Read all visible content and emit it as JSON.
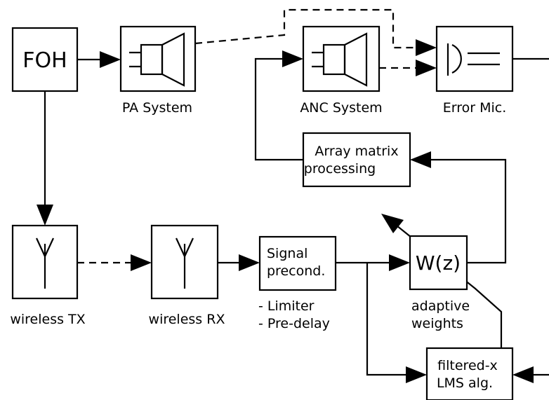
{
  "blocks": {
    "foh": "FOH",
    "pa_system": "PA System",
    "anc_system": "ANC System",
    "error_mic": "Error Mic.",
    "array_matrix_line1": "Array matrix",
    "array_matrix_line2": "processing",
    "wireless_tx": "wireless TX",
    "wireless_rx": "wireless RX",
    "signal_precond_line1": "Signal",
    "signal_precond_line2": "precond.",
    "precond_note1": "- Limiter",
    "precond_note2": "- Pre-delay",
    "wz": "W(z)",
    "adaptive_line1": "adaptive",
    "adaptive_line2": "weights",
    "fxlms_line1": "filtered-x",
    "fxlms_line2": "LMS alg."
  },
  "icons": {
    "pa": "loudspeaker-icon",
    "anc": "loudspeaker-icon",
    "mic": "microphone-icon",
    "tx": "antenna-icon",
    "rx": "antenna-icon"
  }
}
